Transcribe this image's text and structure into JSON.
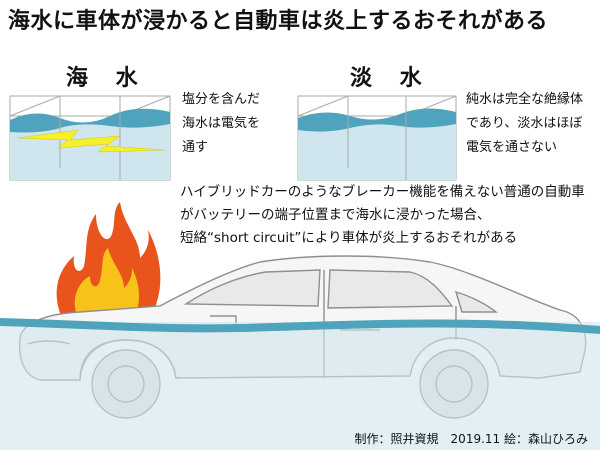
{
  "title": "海水に車体が浸かると自動車は炎上するおそれがある",
  "panels": {
    "seawater": {
      "label": "海 水",
      "note": [
        "塩分を含んだ",
        "海水は電気を",
        "通す"
      ]
    },
    "freshwater": {
      "label": "淡 水",
      "note": [
        "純水は完全な絶縁体",
        "であり、淡水はほぼ",
        "電気を通さない"
      ]
    }
  },
  "caption": [
    "ハイブリッドカーのようなブレーカー機能を備えない普通の自動車",
    "がバッテリーの端子位置まで海水に浸かった場合、",
    "短絡“short circuit”により車体が炎上するおそれがある"
  ],
  "credit": "制作：照井資規　2019.11 絵：森山ひろみ",
  "colors": {
    "water_surface": "#4fa3bd",
    "water_body": "#cfe6ee",
    "lightning": "#f4f02a",
    "flame_outer": "#e8541c",
    "flame_inner": "#f7c21a"
  }
}
